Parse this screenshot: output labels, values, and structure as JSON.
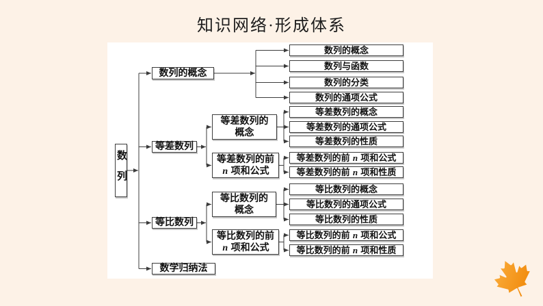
{
  "page": {
    "title": "知识网络·形成体系"
  },
  "colors": {
    "page_background": "#FDF2E7",
    "panel_background": "#FFFFFF",
    "box_border": "#3C3C3C",
    "text": "#111111",
    "maple_leaf_light": "#FBB040",
    "maple_leaf_dark": "#EF8200"
  },
  "diagram": {
    "root": {
      "label": "数列"
    },
    "level1": [
      {
        "label": "数列的概念"
      },
      {
        "label": "等差数列"
      },
      {
        "label": "等比数列"
      },
      {
        "label": "数学归纳法"
      }
    ],
    "level2": [
      {
        "label": "等差数列的\n概念"
      },
      {
        "segments": [
          {
            "t": "等差数列的前\n"
          },
          {
            "t": "n",
            "var": true
          },
          {
            "t": " 项和公式"
          }
        ]
      },
      {
        "label": "等比数列的\n概念"
      },
      {
        "segments": [
          {
            "t": "等比数列的前\n"
          },
          {
            "t": "n",
            "var": true
          },
          {
            "t": " 项和公式"
          }
        ]
      }
    ],
    "leaves": [
      {
        "label": "数列的概念"
      },
      {
        "label": "数列与函数"
      },
      {
        "label": "数列的分类"
      },
      {
        "label": "数列的通项公式"
      },
      {
        "label": "等差数列的概念"
      },
      {
        "label": "等差数列的通项公式"
      },
      {
        "label": "等差数列的性质"
      },
      {
        "segments": [
          {
            "t": "等差数列的前 "
          },
          {
            "t": "n",
            "var": true
          },
          {
            "t": " 项和公式"
          }
        ]
      },
      {
        "segments": [
          {
            "t": "等差数列的前 "
          },
          {
            "t": "n",
            "var": true
          },
          {
            "t": " 项和性质"
          }
        ]
      },
      {
        "label": "等比数列的概念"
      },
      {
        "label": "等比数列的通项公式"
      },
      {
        "label": "等比数列的性质"
      },
      {
        "segments": [
          {
            "t": "等比数列的前 "
          },
          {
            "t": "n",
            "var": true
          },
          {
            "t": " 项和公式"
          }
        ]
      },
      {
        "segments": [
          {
            "t": "等比数列的前 "
          },
          {
            "t": "n",
            "var": true
          },
          {
            "t": " 项和性质"
          }
        ]
      }
    ]
  }
}
